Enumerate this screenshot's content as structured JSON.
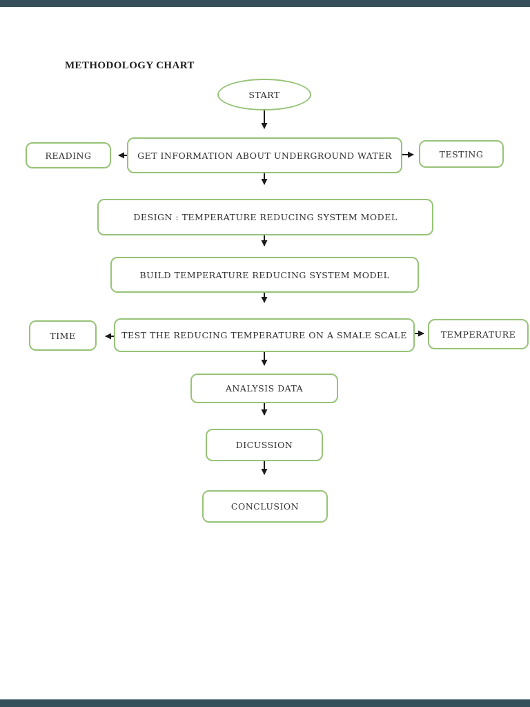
{
  "page": {
    "title": "METHODOLOGY CHART"
  },
  "nodes": {
    "start": "START",
    "reading": "READING",
    "get_info": "GET INFORMATION ABOUT UNDERGROUND WATER",
    "testing": "TESTING",
    "design": "DESIGN : TEMPERATURE REDUCING SYSTEM MODEL",
    "build": "BUILD TEMPERATURE REDUCING SYSTEM MODEL",
    "time": "TIME",
    "test_small": "TEST THE REDUCING TEMPERATURE ON A SMALE SCALE",
    "temperature": "TEMPERATURE",
    "analysis": "ANALYSIS DATA",
    "dicussion": "DICUSSION",
    "conclusion": "CONCLUSION"
  },
  "edges": [
    {
      "from": "start",
      "to": "get_info"
    },
    {
      "from": "get_info",
      "to": "reading"
    },
    {
      "from": "get_info",
      "to": "testing"
    },
    {
      "from": "get_info",
      "to": "design"
    },
    {
      "from": "design",
      "to": "build"
    },
    {
      "from": "build",
      "to": "test_small"
    },
    {
      "from": "test_small",
      "to": "time"
    },
    {
      "from": "test_small",
      "to": "temperature"
    },
    {
      "from": "test_small",
      "to": "analysis"
    },
    {
      "from": "analysis",
      "to": "dicussion"
    },
    {
      "from": "dicussion",
      "to": "conclusion"
    }
  ],
  "colors": {
    "node_border": "#96c377",
    "arrow": "#1b1b1b",
    "text": "#2e2e2e",
    "viewer_chrome": "#35505a"
  }
}
